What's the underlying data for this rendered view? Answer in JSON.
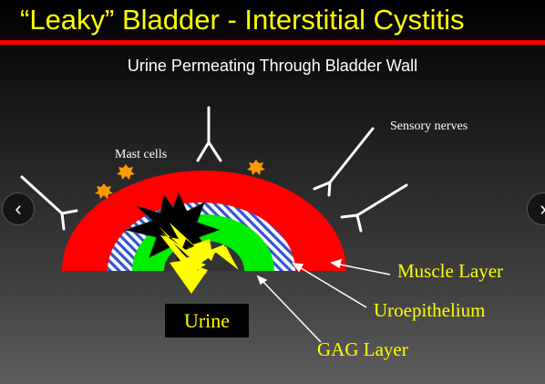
{
  "title": "“Leaky” Bladder - Interstitial Cystitis",
  "subtitle": "Urine Permeating Through Bladder Wall",
  "labels": {
    "sensory_nerves": "Sensory nerves",
    "mast_cells": "Mast cells",
    "muscle_layer": "Muscle Layer",
    "uroepithelium": "Uroepithelium",
    "gag_layer": "GAG Layer",
    "urine": "Urine"
  },
  "navigation": {
    "prev": "‹",
    "next": "›"
  },
  "colors": {
    "title_text": "#ffff00",
    "title_rule": "#ff0000",
    "muscle_layer": "#ff0000",
    "uroepithelium_hatch": "#3355cc",
    "gag_layer": "#00ee00",
    "urine_bolt": "#ffff00",
    "mast_cell": "#ff9900",
    "nerve": "#ffffff"
  }
}
